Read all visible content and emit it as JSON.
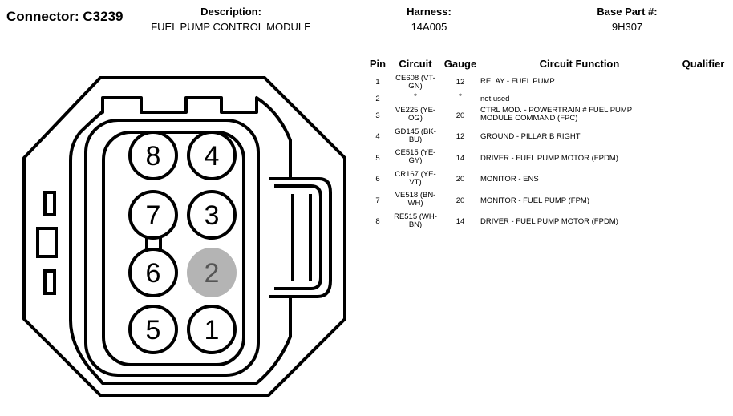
{
  "connector": {
    "title": "Connector: C3239"
  },
  "description": {
    "label": "Description:",
    "value": "FUEL PUMP CONTROL MODULE"
  },
  "harness": {
    "label": "Harness:",
    "value": "14A005"
  },
  "base_part": {
    "label": "Base Part #:",
    "value": "9H307"
  },
  "table": {
    "headers": {
      "pin": "Pin",
      "circuit": "Circuit",
      "gauge": "Gauge",
      "function": "Circuit Function",
      "qualifier": "Qualifier"
    },
    "rows": [
      {
        "pin": "1",
        "circuit_l1": "CE608 (VT-",
        "circuit_l2": "GN)",
        "gauge": "12",
        "function_l1": "RELAY - FUEL PUMP",
        "function_l2": ""
      },
      {
        "pin": "2",
        "circuit_l1": "*",
        "circuit_l2": "",
        "gauge": "*",
        "function_l1": "not used",
        "function_l2": ""
      },
      {
        "pin": "3",
        "circuit_l1": "VE225 (YE-",
        "circuit_l2": "OG)",
        "gauge": "20",
        "function_l1": "CTRL MOD. - POWERTRAIN # FUEL PUMP",
        "function_l2": "MODULE COMMAND (FPC)"
      },
      {
        "pin": "4",
        "circuit_l1": "GD145 (BK-",
        "circuit_l2": "BU)",
        "gauge": "12",
        "function_l1": "GROUND - PILLAR B RIGHT",
        "function_l2": ""
      },
      {
        "pin": "5",
        "circuit_l1": "CE515 (YE-",
        "circuit_l2": "GY)",
        "gauge": "14",
        "function_l1": "DRIVER - FUEL PUMP MOTOR (FPDM)",
        "function_l2": ""
      },
      {
        "pin": "6",
        "circuit_l1": "CR167 (YE-",
        "circuit_l2": "VT)",
        "gauge": "20",
        "function_l1": "MONITOR - ENS",
        "function_l2": ""
      },
      {
        "pin": "7",
        "circuit_l1": "VE518 (BN-",
        "circuit_l2": "WH)",
        "gauge": "20",
        "function_l1": "MONITOR - FUEL PUMP (FPM)",
        "function_l2": ""
      },
      {
        "pin": "8",
        "circuit_l1": "RE515 (WH-",
        "circuit_l2": "BN)",
        "gauge": "14",
        "function_l1": "DRIVER - FUEL PUMP MOTOR (FPDM)",
        "function_l2": ""
      }
    ]
  },
  "diagram": {
    "pins": [
      {
        "label": "8",
        "used": true
      },
      {
        "label": "4",
        "used": true
      },
      {
        "label": "7",
        "used": true
      },
      {
        "label": "3",
        "used": true
      },
      {
        "label": "6",
        "used": true
      },
      {
        "label": "2",
        "used": false
      },
      {
        "label": "5",
        "used": true
      },
      {
        "label": "1",
        "used": true
      }
    ],
    "unused_pin_color": "#b4b4b4",
    "unused_pin_text_color": "#555555"
  }
}
